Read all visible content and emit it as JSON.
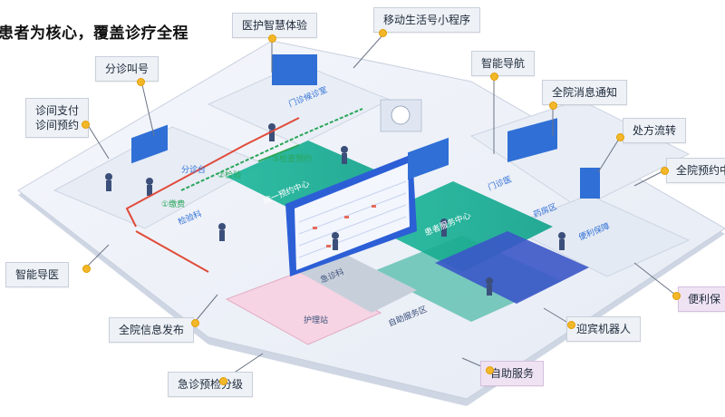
{
  "title": "患者为核心，覆盖诊疗全程",
  "callouts": {
    "medical_smart": "医护智慧体验",
    "mobile_app": "移动生活号小程序",
    "triage_call": "分诊叫号",
    "smart_nav": "智能导航",
    "clinic_pay": "诊间支付",
    "clinic_appt": "诊间预约",
    "msg_notify": "全院消息通知",
    "rx_transfer": "处方流转",
    "appt_center": "全院预约中",
    "smart_guide": "智能导医",
    "convenience": "便利保",
    "info_publish": "全院信息发布",
    "welcome_robot": "迎宾机器人",
    "self_service": "自助服务",
    "er_triage": "急诊预检分级"
  },
  "zones": {
    "outpatient_hall": "门诊候诊室",
    "triage_desk": "分诊台",
    "unified_appt": "统一预约中心",
    "exam": "检验科",
    "service_center": "患者服务中心",
    "outpatient": "门诊医",
    "pharmacy": "药房区",
    "convenience_zone": "便利保障",
    "emergency": "急诊科",
    "self_service_zone": "自助服务区",
    "nursing": "护理站",
    "step_charge": "①缴费",
    "step_exam": "②检验",
    "step_report": "③检查预约"
  },
  "colors": {
    "accent_blue": "#2f6fd6",
    "teal": "#1bb99a",
    "callout_bg": "#eef1f6",
    "pink_bg": "#efe3f3",
    "dot": "#f3b72a",
    "route_red": "#e04b3a",
    "route_green": "#2aa65a"
  }
}
